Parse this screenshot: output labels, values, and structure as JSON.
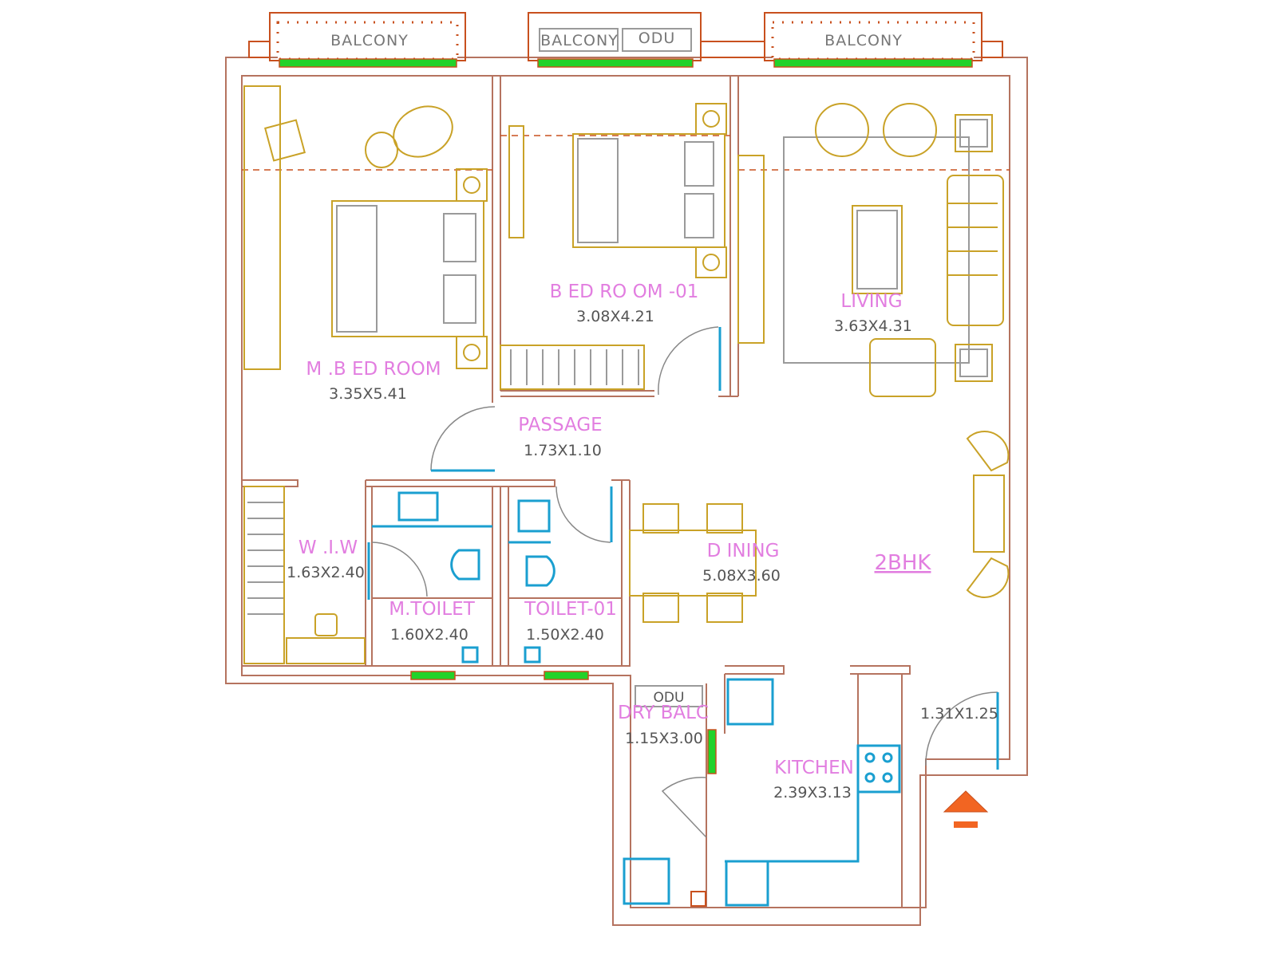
{
  "plan_title": "2BHK",
  "balconies": [
    {
      "label": "BALCONY"
    },
    {
      "label": "BALCONY",
      "odu": "ODU"
    },
    {
      "label": "BALCONY"
    }
  ],
  "rooms": {
    "master_bedroom": {
      "name": "M .B ED ROOM",
      "size": "3.35X5.41"
    },
    "bedroom_01": {
      "name": "B ED RO OM -01",
      "size": "3.08X4.21"
    },
    "living": {
      "name": "LIVING",
      "size": "3.63X4.31"
    },
    "passage": {
      "name": "PASSAGE",
      "size": "1.73X1.10"
    },
    "wiw": {
      "name": "W .I.W",
      "size": "1.63X2.40"
    },
    "dining": {
      "name": "D INING",
      "size": "5.08X3.60"
    },
    "m_toilet": {
      "name": "M.TOILET",
      "size": "1.60X2.40"
    },
    "toilet_01": {
      "name": "TOILET-01",
      "size": "1.50X2.40"
    },
    "dry_balcony": {
      "name": "DRY BALC",
      "size": "1.15X3.00",
      "odu": "ODU"
    },
    "kitchen": {
      "name": "KITCHEN",
      "size": "2.39X3.13"
    },
    "foyer": {
      "size": "1.31X1.25"
    }
  },
  "colors": {
    "wall": "#b5735f",
    "furniture": "#c9a227",
    "label": "#e27ee0",
    "sanitary": "#1a9fd0",
    "glass": "#22d22a",
    "entry": "#f26522"
  }
}
